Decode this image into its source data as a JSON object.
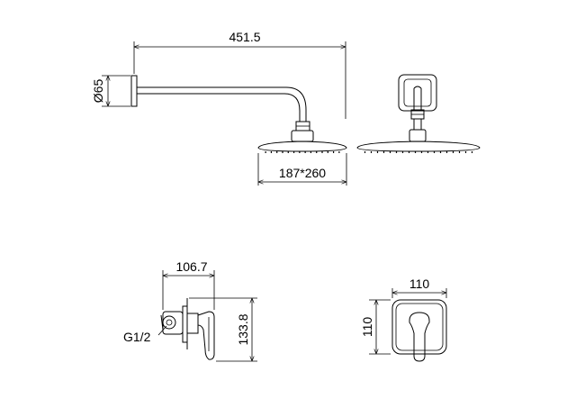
{
  "dimensions": {
    "arm_length": "451.5",
    "flange_diameter": "Ø65",
    "head_size": "187*260",
    "valve_depth": "106.7",
    "valve_height": "133.8",
    "plate_width": "110",
    "plate_height": "110",
    "thread": "G1/2"
  }
}
